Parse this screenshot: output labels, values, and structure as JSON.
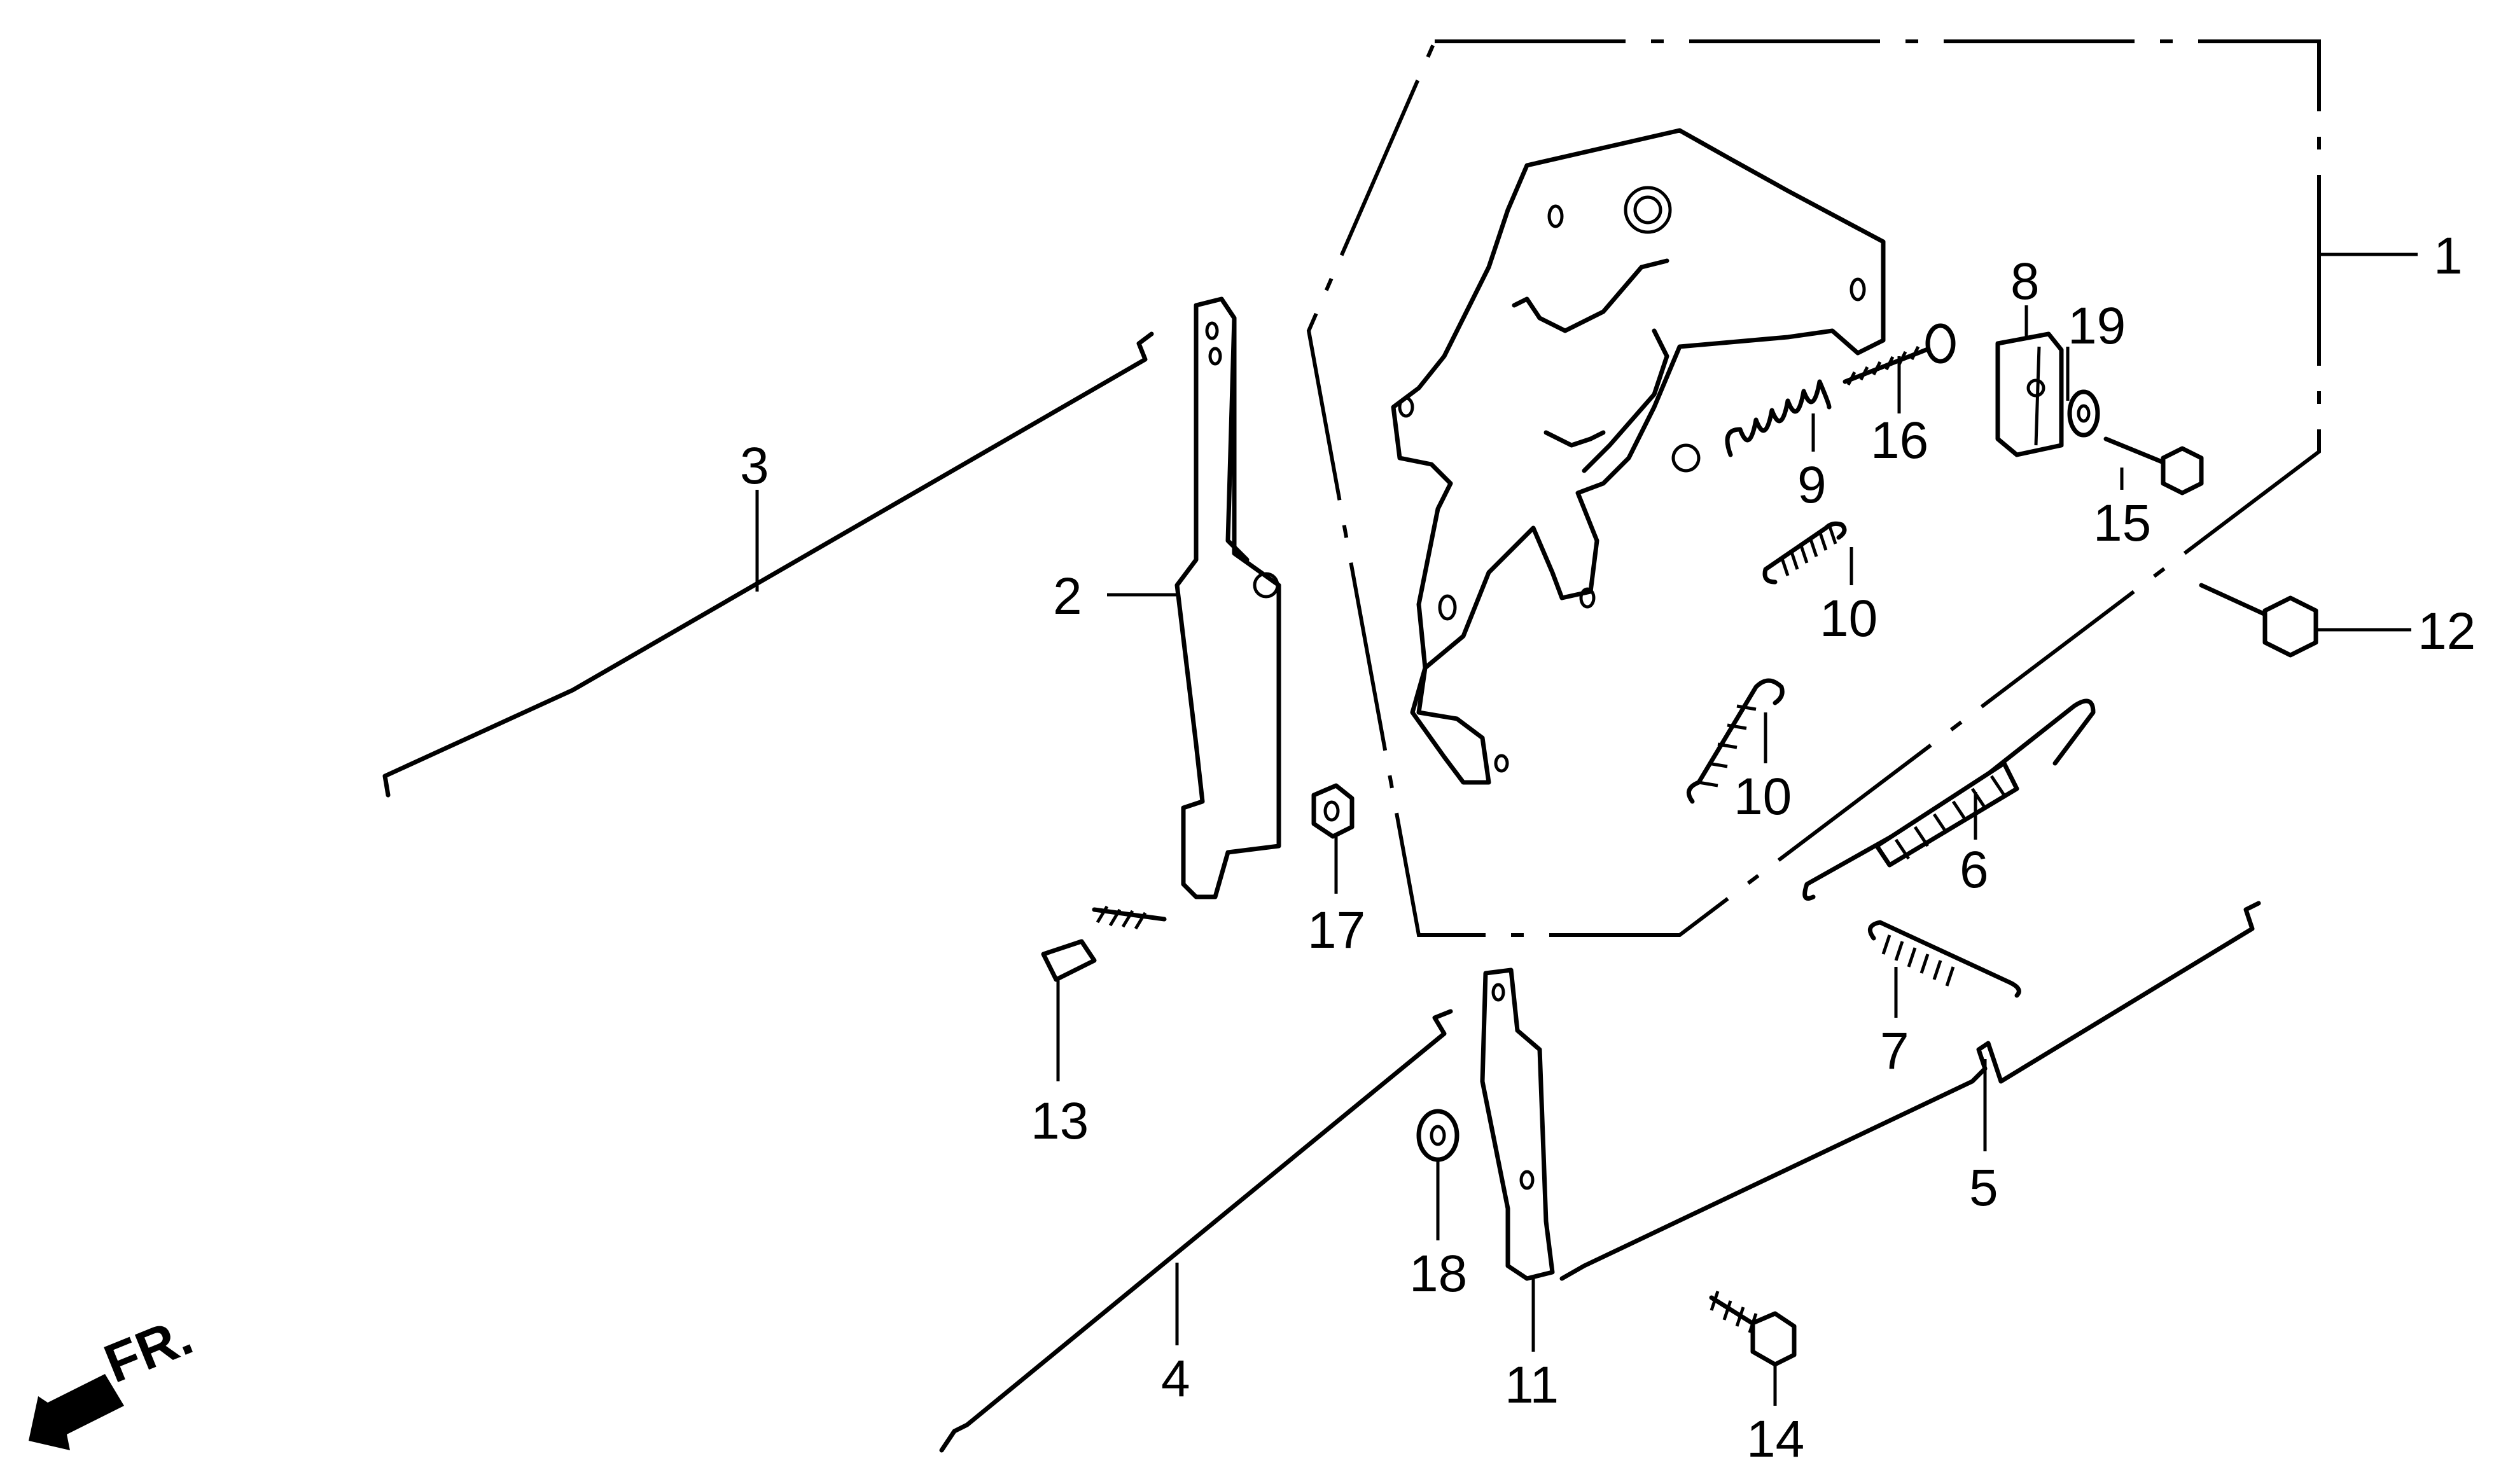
{
  "diagram": {
    "title": "",
    "direction_marker": {
      "label": "FR.",
      "icon": "front-direction-arrow-icon"
    },
    "callouts": [
      {
        "number": "1",
        "part": "assembly-frame"
      },
      {
        "number": "2",
        "part": "lever-long"
      },
      {
        "number": "3",
        "part": "rod-upper"
      },
      {
        "number": "4",
        "part": "rod-lower"
      },
      {
        "number": "5",
        "part": "rod-right"
      },
      {
        "number": "6",
        "part": "spring-large"
      },
      {
        "number": "7",
        "part": "spring-small"
      },
      {
        "number": "8",
        "part": "clip"
      },
      {
        "number": "9",
        "part": "spring-compression"
      },
      {
        "number": "10",
        "part": "spring-tension-a"
      },
      {
        "number": "10",
        "part": "spring-tension-b"
      },
      {
        "number": "11",
        "part": "lever-short"
      },
      {
        "number": "12",
        "part": "flange-bolt"
      },
      {
        "number": "13",
        "part": "screw-t"
      },
      {
        "number": "14",
        "part": "flange-bolt-lower"
      },
      {
        "number": "15",
        "part": "bolt"
      },
      {
        "number": "16",
        "part": "screw"
      },
      {
        "number": "17",
        "part": "nut"
      },
      {
        "number": "18",
        "part": "washer"
      },
      {
        "number": "19",
        "part": "washer-small"
      }
    ]
  }
}
